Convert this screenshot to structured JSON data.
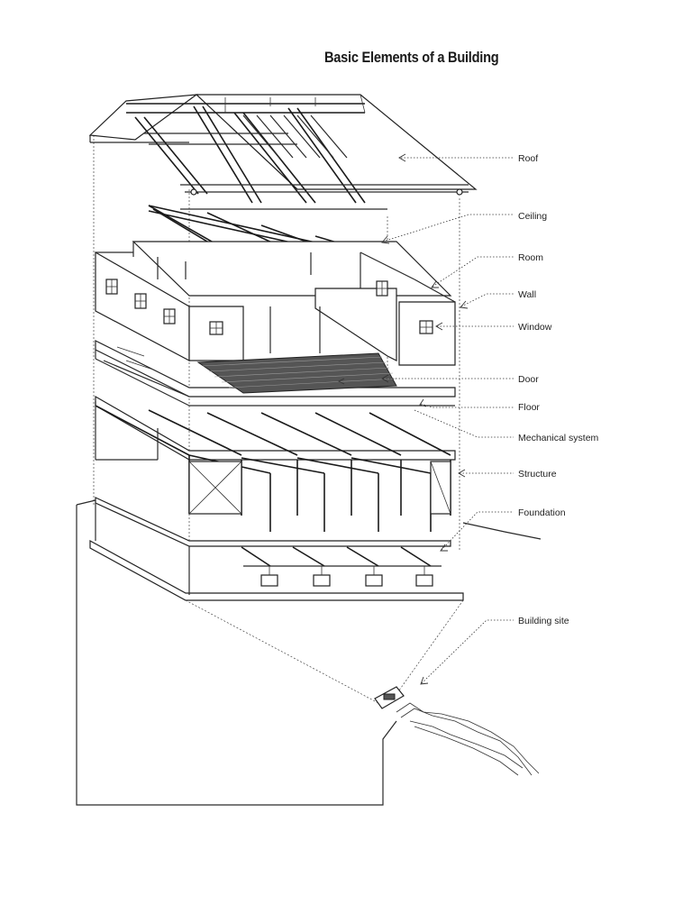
{
  "title": "Basic Elements of a Building",
  "labels": {
    "roof": "Roof",
    "ceiling": "Ceiling",
    "room": "Room",
    "wall": "Wall",
    "window": "Window",
    "door": "Door",
    "floor": "Floor",
    "mechanical": "Mechanical system",
    "structure": "Structure",
    "foundation": "Foundation",
    "site": "Building site"
  }
}
